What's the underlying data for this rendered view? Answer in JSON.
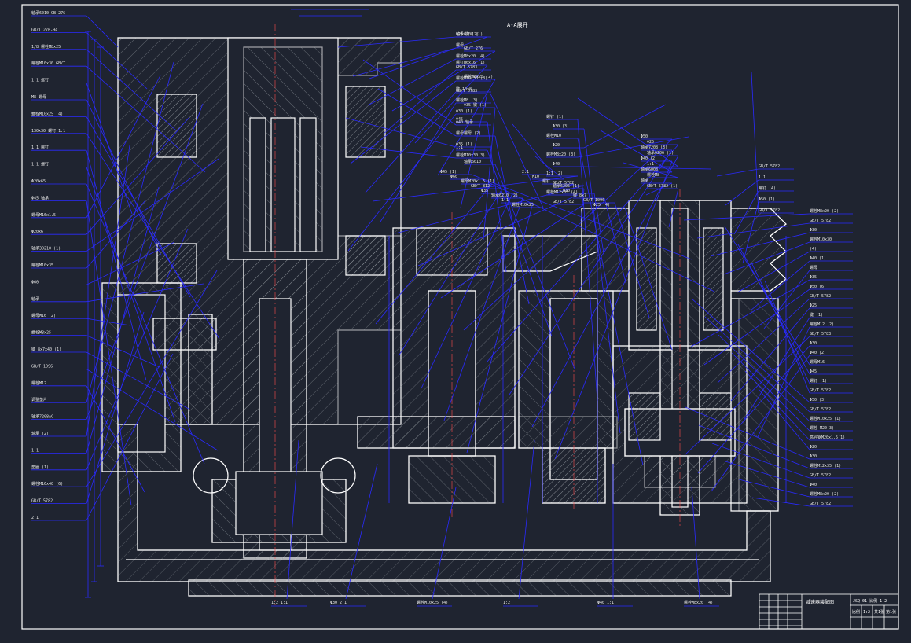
{
  "drawing": {
    "view_title": "A-A展开",
    "colors": {
      "background": "#1f2430",
      "outline": "#ffffff",
      "hatch": "#9aa0a6",
      "leader": "#2a2aff",
      "label": "#e8e8e8"
    }
  },
  "labels_left": [
    "轴承6010 GB-276",
    "GB/T 276-94",
    "1/8 螺栓M8x25",
    "螺栓M10x30 GB/T",
    "1:1 螺钉",
    "M8 螺母",
    "螺栓M10x25 (4)",
    "130x30 螺钉 1:1",
    "1:1 螺钉",
    "1:1 螺钉",
    "Φ20×65",
    "Φ45 轴承",
    "螺母M16x1.5",
    "Φ20x6",
    "轴承30210 (1)",
    "螺栓M10x35",
    "Φ60",
    "轴承",
    "螺母M16 (2)",
    "螺栓M8x25",
    "键 8x7x40 (1)",
    "GB/T 1096",
    "螺栓M12",
    "调整垫片",
    "轴承7208AC",
    "轴承 (2)",
    "1:1",
    "垫圈 (1)",
    "螺栓M16x40 (6)",
    "GB/T 5782",
    "2:1"
  ],
  "labels_right": [
    "Φ25 键 (2)",
    "螺母",
    "螺栓M8x20 (4)",
    "GB/T 5783",
    "螺栓M10x30 (8)",
    "键 10x8",
    "螺栓M8 (3)",
    "Φ30 (1)",
    "Φ40 轴承",
    "螺母",
    "Φ35 (1)",
    "螺栓M10x30(3)",
    "GB/T 5782",
    "1:1",
    "螺钉 (4)",
    "Φ50 (1)",
    "GB/T 5782"
  ],
  "labels_center": [
    "轴承6208 (1)",
    "GB/T 276",
    "螺钉M6x16 (1)",
    "螺栓M8x25 (2)",
    "GB/T 5783",
    "Φ35 键 (1)",
    "Φ45",
    "螺母 (2)",
    "1:1",
    "轴承6010",
    "螺钉 (1)",
    "Φ30 (3)",
    "螺栓M10",
    "Φ20",
    "螺栓M8x20 (3)",
    "Φ40",
    "1:1 (2)",
    "GB/T 5782",
    "螺栓M12x35 (4)",
    "GB/T 5782",
    "Φ50",
    "Φ25",
    "轴承7208 (3)",
    "轴承6206 (1)",
    "Φ40 (2)",
    "1:1",
    "轴承6008",
    "螺栓M8",
    "轴承",
    "GB/T 5782 (1)",
    "Φ45 (1)",
    "Φ60",
    "螺母M20x1.5 (1)",
    "GB/T 812",
    "Φ35",
    "轴承6210 (2)",
    "1:1",
    "螺栓M10x25",
    "2:1",
    "M10",
    "螺钉",
    "轴承6206 (1)",
    "Φ30",
    "键 8x7",
    "GB/T 1096",
    "Φ25 (4)"
  ],
  "right_annotations": [
    "螺栓M8x20 (2)",
    "GB/T 5782",
    "Φ30",
    "螺栓M10x30",
    "(4)",
    "Φ40 (1)",
    "螺母",
    "Φ35",
    "Φ50 (6)",
    "GB/T 5782",
    "Φ25",
    "键 (1)",
    "螺栓M12 (2)",
    "GB/T 5783",
    "Φ30",
    "Φ40 (2)",
    "螺母M16",
    "Φ45",
    "螺钉 (1)",
    "GB/T 5782",
    "Φ50 (3)",
    "GB/T 5782",
    "螺栓M10x25 (1)",
    "螺栓 M20(3)",
    "高合钢M20x1.5(1)",
    "Φ20",
    "Φ30",
    "螺栓M12x35 (1)",
    "GB/T 5782",
    "Φ40",
    "螺栓M8x20 (2)",
    "GB/T 5782"
  ],
  "bottom_labels": [
    "1:2 1:1",
    "Φ30 2:1",
    "螺栓M10x25 (4)",
    "1:2",
    "Φ40 1:1",
    "螺栓M8x20 (4)"
  ],
  "title_block": {
    "title": "减速器装配图",
    "drawing_no": "JSQ-01 比例 1:2",
    "scale_label": "比例",
    "scale_value": "1:2",
    "sheet": "共1张",
    "sheet2": "第1张"
  }
}
